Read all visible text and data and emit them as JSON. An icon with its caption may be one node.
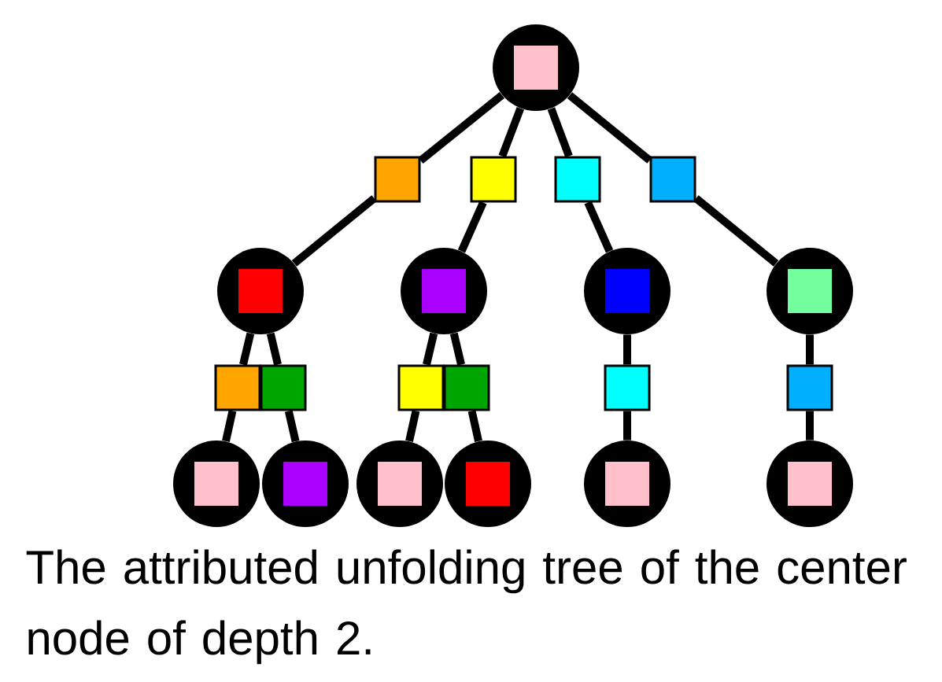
{
  "diagram": {
    "caption": "The attributed unfolding tree of the center node of depth 2.",
    "nodes": [
      {
        "text": [],
        "shape": "circle"
      },
      {
        "text": [],
        "shape": "box"
      },
      {
        "text": [],
        "shape": "box"
      },
      {
        "text": [],
        "shape": "box"
      },
      {
        "text": [],
        "shape": "box"
      },
      {
        "text": [],
        "shape": "circle"
      },
      {
        "text": [],
        "shape": "circle"
      },
      {
        "text": [],
        "shape": "circle"
      },
      {
        "text": [],
        "shape": "circle"
      },
      {
        "text": [],
        "shape": "box"
      },
      {
        "text": [],
        "shape": "box"
      },
      {
        "text": [],
        "shape": "box"
      },
      {
        "text": [],
        "shape": "box"
      },
      {
        "text": [],
        "shape": "box"
      },
      {
        "text": [],
        "shape": "box"
      },
      {
        "text": [],
        "shape": "circle"
      },
      {
        "text": [],
        "shape": "circle"
      },
      {
        "text": [],
        "shape": "circle"
      },
      {
        "text": [],
        "shape": "circle"
      },
      {
        "text": [],
        "shape": "circle"
      },
      {
        "text": [],
        "shape": "circle"
      }
    ],
    "edges": [
      {
        "from": 0,
        "to": 1,
        "arrow": "none"
      },
      {
        "from": 0,
        "to": 2,
        "arrow": "none"
      },
      {
        "from": 0,
        "to": 3,
        "arrow": "none"
      },
      {
        "from": 0,
        "to": 4,
        "arrow": "none"
      },
      {
        "from": 1,
        "to": 5,
        "arrow": "none"
      },
      {
        "from": 2,
        "to": 6,
        "arrow": "none"
      },
      {
        "from": 3,
        "to": 7,
        "arrow": "none"
      },
      {
        "from": 4,
        "to": 8,
        "arrow": "none"
      },
      {
        "from": 5,
        "to": 9,
        "arrow": "none"
      },
      {
        "from": 5,
        "to": 10,
        "arrow": "none"
      },
      {
        "from": 6,
        "to": 11,
        "arrow": "none"
      },
      {
        "from": 6,
        "to": 12,
        "arrow": "none"
      },
      {
        "from": 7,
        "to": 13,
        "arrow": "none"
      },
      {
        "from": 8,
        "to": 14,
        "arrow": "none"
      },
      {
        "from": 9,
        "to": 15,
        "arrow": "none"
      },
      {
        "from": 10,
        "to": 16,
        "arrow": "none"
      },
      {
        "from": 11,
        "to": 17,
        "arrow": "none"
      },
      {
        "from": 12,
        "to": 18,
        "arrow": "none"
      },
      {
        "from": 13,
        "to": 19,
        "arrow": "none"
      },
      {
        "from": 14,
        "to": 20,
        "arrow": "none"
      }
    ]
  }
}
